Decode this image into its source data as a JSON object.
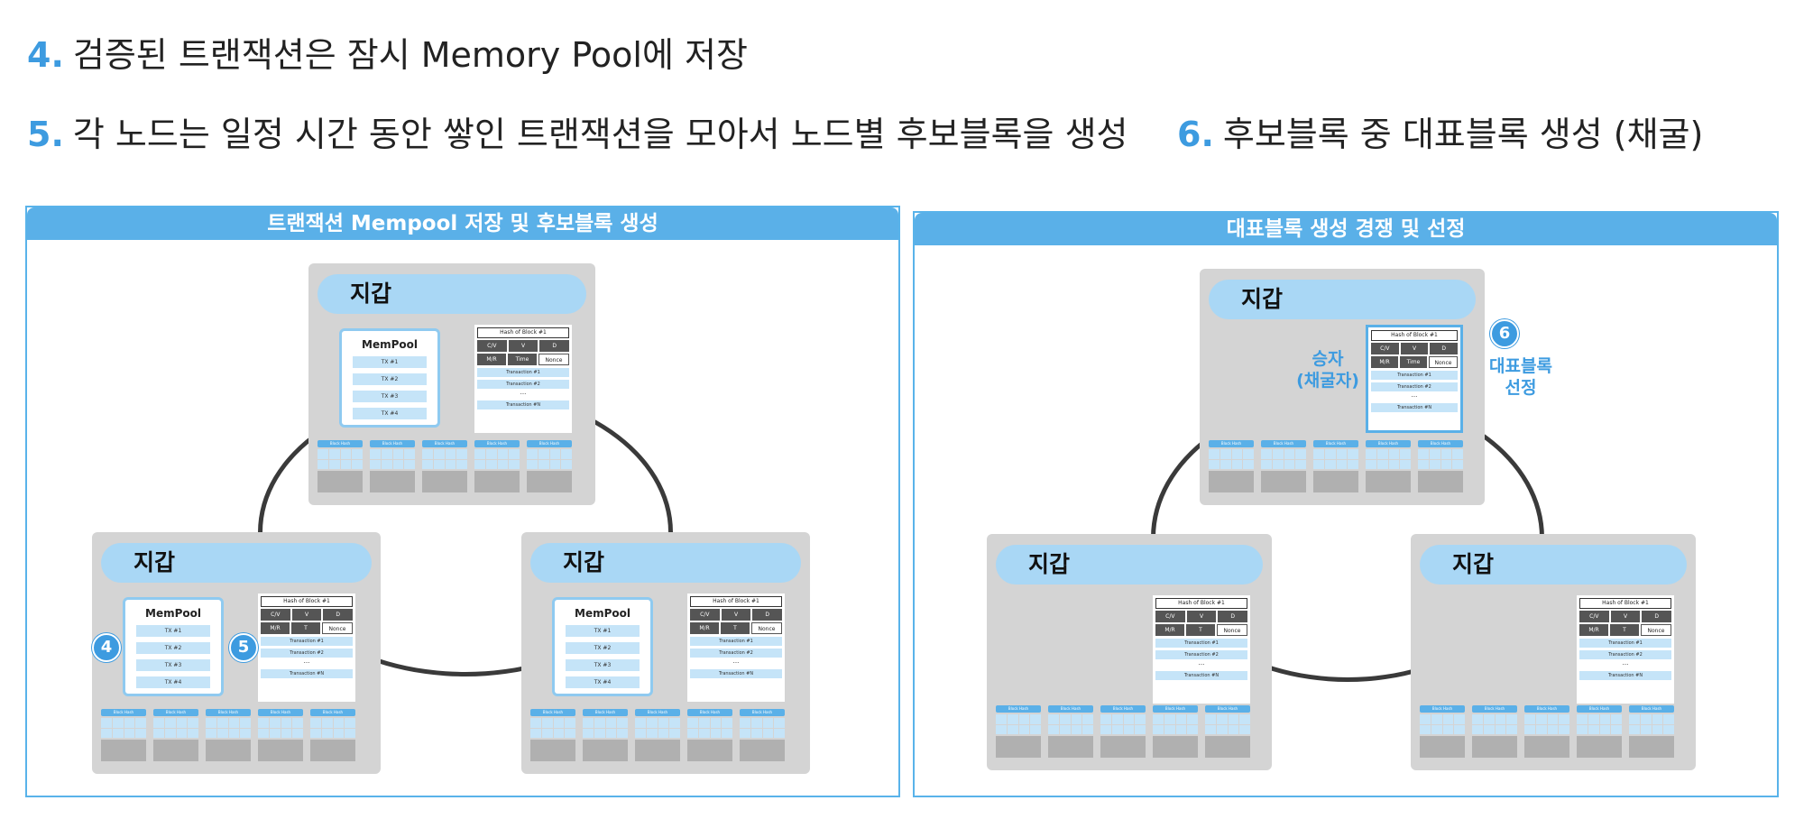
{
  "headings": {
    "h4_num": "4.",
    "h4_text": "검증된 트랜잭션은 잠시 Memory Pool에 저장",
    "h5_num": "5.",
    "h5_text": "각 노드는 일정 시간 동안 쌓인 트랜잭션을 모아서 노드별 후보블록을 생성",
    "h6_num": "6.",
    "h6_text": "후보블록 중 대표블록 생성 (채굴)"
  },
  "left_panel": {
    "title": "트랜잭션 Mempool 저장 및 후보블록 생성"
  },
  "right_panel": {
    "title": "대표블록 생성 경쟁 및 선정"
  },
  "node": {
    "wallet_label": "지갑",
    "mempool_title": "MemPool",
    "mempool_txs": [
      "TX #1",
      "TX #2",
      "TX #3",
      "TX #4"
    ],
    "block_hash": "Hash of Block #1",
    "header_row1": [
      "C/V",
      "V",
      "D"
    ],
    "header_row2": [
      "M/R",
      "Time",
      "Nonce"
    ],
    "header_row2_alt": [
      "M/R",
      "T",
      "Nonce"
    ],
    "block_txs": [
      "Transaction #1",
      "Transaction #2"
    ],
    "block_dots": "...",
    "block_last_tx": "Transaction #N",
    "chain_label": "Block Hash"
  },
  "markers": {
    "m4": "4",
    "m5": "5",
    "m6": "6"
  },
  "winner_label": [
    "승자",
    "(채굴자)"
  ],
  "rep_block_label": [
    "대표블록",
    "선정"
  ],
  "colors": {
    "accent": "#3d9be0",
    "panel_border": "#59b3ea",
    "node_bg": "#d4d4d4",
    "wallet_bar": "#a9d7f5"
  }
}
